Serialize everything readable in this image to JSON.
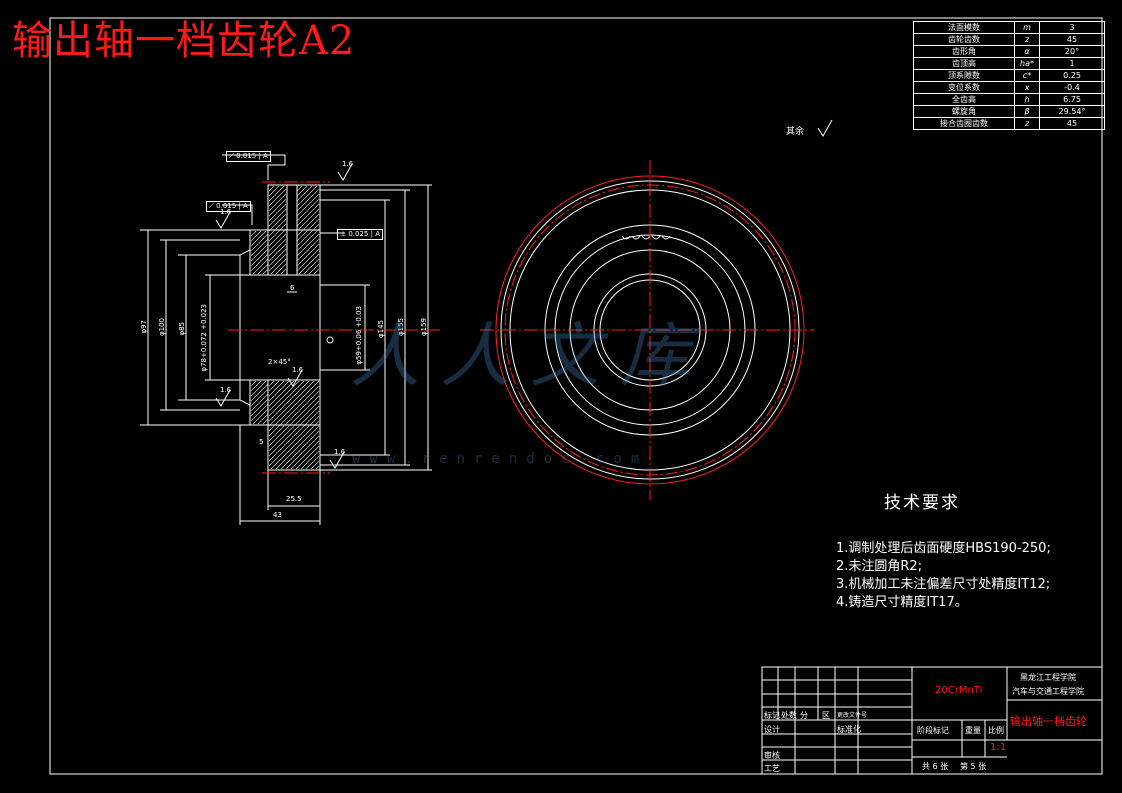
{
  "title": "输出轴一档齿轮A2",
  "gear_params": [
    {
      "name": "法面模数",
      "symbol": "m",
      "value": "3"
    },
    {
      "name": "齿轮齿数",
      "symbol": "z",
      "value": "45"
    },
    {
      "name": "齿形角",
      "symbol": "α",
      "value": "20°"
    },
    {
      "name": "齿顶高",
      "symbol": "ha*",
      "value": "1"
    },
    {
      "name": "顶系隙数",
      "symbol": "c*",
      "value": "0.25"
    },
    {
      "name": "变位系数",
      "symbol": "x",
      "value": "-0.4"
    },
    {
      "name": "全齿高",
      "symbol": "h",
      "value": "6.75"
    },
    {
      "name": "螺旋角",
      "symbol": "β",
      "value": "29.54°"
    },
    {
      "name": "接合齿圈齿数",
      "symbol": "z",
      "value": "45"
    }
  ],
  "surface_note": "其余",
  "tech_requirements": {
    "heading": "技术要求",
    "items": [
      "1.调制处理后齿面硬度HBS190-250;",
      "2.未注圆角R2;",
      "3.机械加工未注偏差尺寸处精度IT12;",
      "4.铸造尺寸精度IT17。"
    ]
  },
  "title_block": {
    "material": "20CrMnTi",
    "school": "黑龙江工程学院",
    "department": "汽车与交通工程学院",
    "part_name": "输出轴一档齿轮",
    "row_labels": [
      "标记",
      "处数",
      "分",
      "区",
      "更改文件号"
    ],
    "approve": "标准化",
    "stage": "阶段标记",
    "weight": "重量",
    "scale_label": "比例",
    "scale": "1:1",
    "design": "设计",
    "review": "审核",
    "process": "工艺",
    "sheet_total": "共 6 张",
    "sheet_no": "第 5 张"
  },
  "dimensions": {
    "d_97": "φ97",
    "d_100": "φ100",
    "d_85": "φ85",
    "d_78": "φ78+0.072 +0.023",
    "d_59": "φ59+0.06 +0.03",
    "d_145": "φ145",
    "d_155": "φ155",
    "d_159": "φ159",
    "w_25_5": "25.5",
    "w_43": "43",
    "w_6": "6",
    "w_5": "5",
    "chamfer": "2×45°",
    "tol1": "0.015",
    "tol2": "0.015",
    "tol3": "0.025",
    "datum": "A",
    "rough": "1.6"
  },
  "watermark": "人人文库",
  "watermark_url": "www.renrendoc.com",
  "colors": {
    "line": "#ffffff",
    "center": "#ff2020",
    "title": "#ff1a1a",
    "hatch": "#ffffff"
  }
}
